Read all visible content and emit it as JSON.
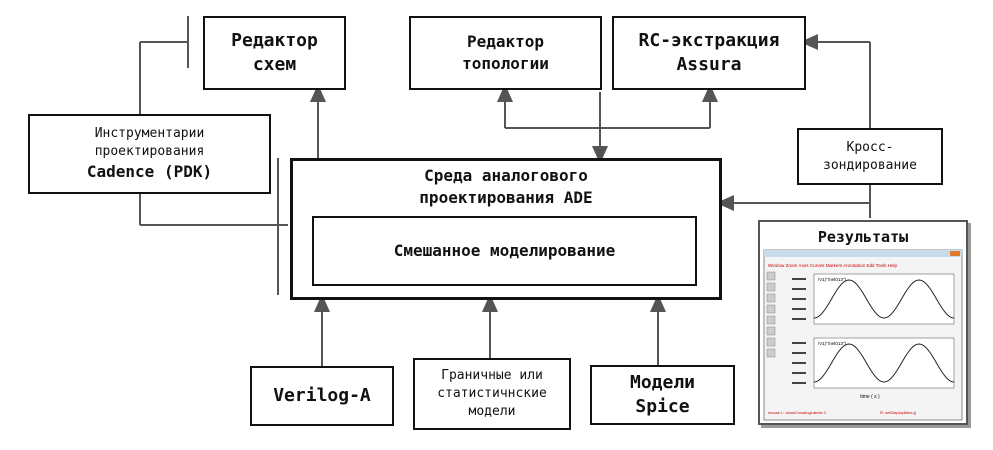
{
  "boxes": {
    "schematic_editor": "Редактор\nсхем",
    "layout_editor": "Редактор\nтопологии",
    "rc_extraction": "RC-экстракция\nAssura",
    "toolkits_line1": "Инструментарии",
    "toolkits_line2": "проектирования",
    "toolkits_line3": "Cadence (PDK)",
    "ade_line1": "Среда аналогового",
    "ade_line2": "проектирования ADE",
    "mixed_sim": "Смешанное моделирование",
    "cross_probe_line1": "Кросс-",
    "cross_probe_line2": "зондирование",
    "results": "Результаты",
    "verilog_a": "Verilog-A",
    "corner_line1": "Граничные или",
    "corner_line2": "статистичнские",
    "corner_line3": "модели",
    "spice_line1": "Модели",
    "spice_line2": "Spice"
  },
  "screenshot": {
    "menu": [
      "Window",
      "Zoom",
      "Axes",
      "Curves",
      "Markers",
      "Annotation",
      "Edit",
      "Tools",
      "Help"
    ],
    "trace1_label": "/V1(\"/net013\")",
    "trace2_label": "/V1(\"/net013\")",
    "xaxis_label": "time ( s )",
    "status_left": "mouse L: showCrossingLabels 0",
    "status_right": "R: setDisplayMenu()"
  },
  "colors": {
    "line": "#111111",
    "arrow_gray": "#555555",
    "menu_red": "#cc0000",
    "trace": "#222222"
  }
}
